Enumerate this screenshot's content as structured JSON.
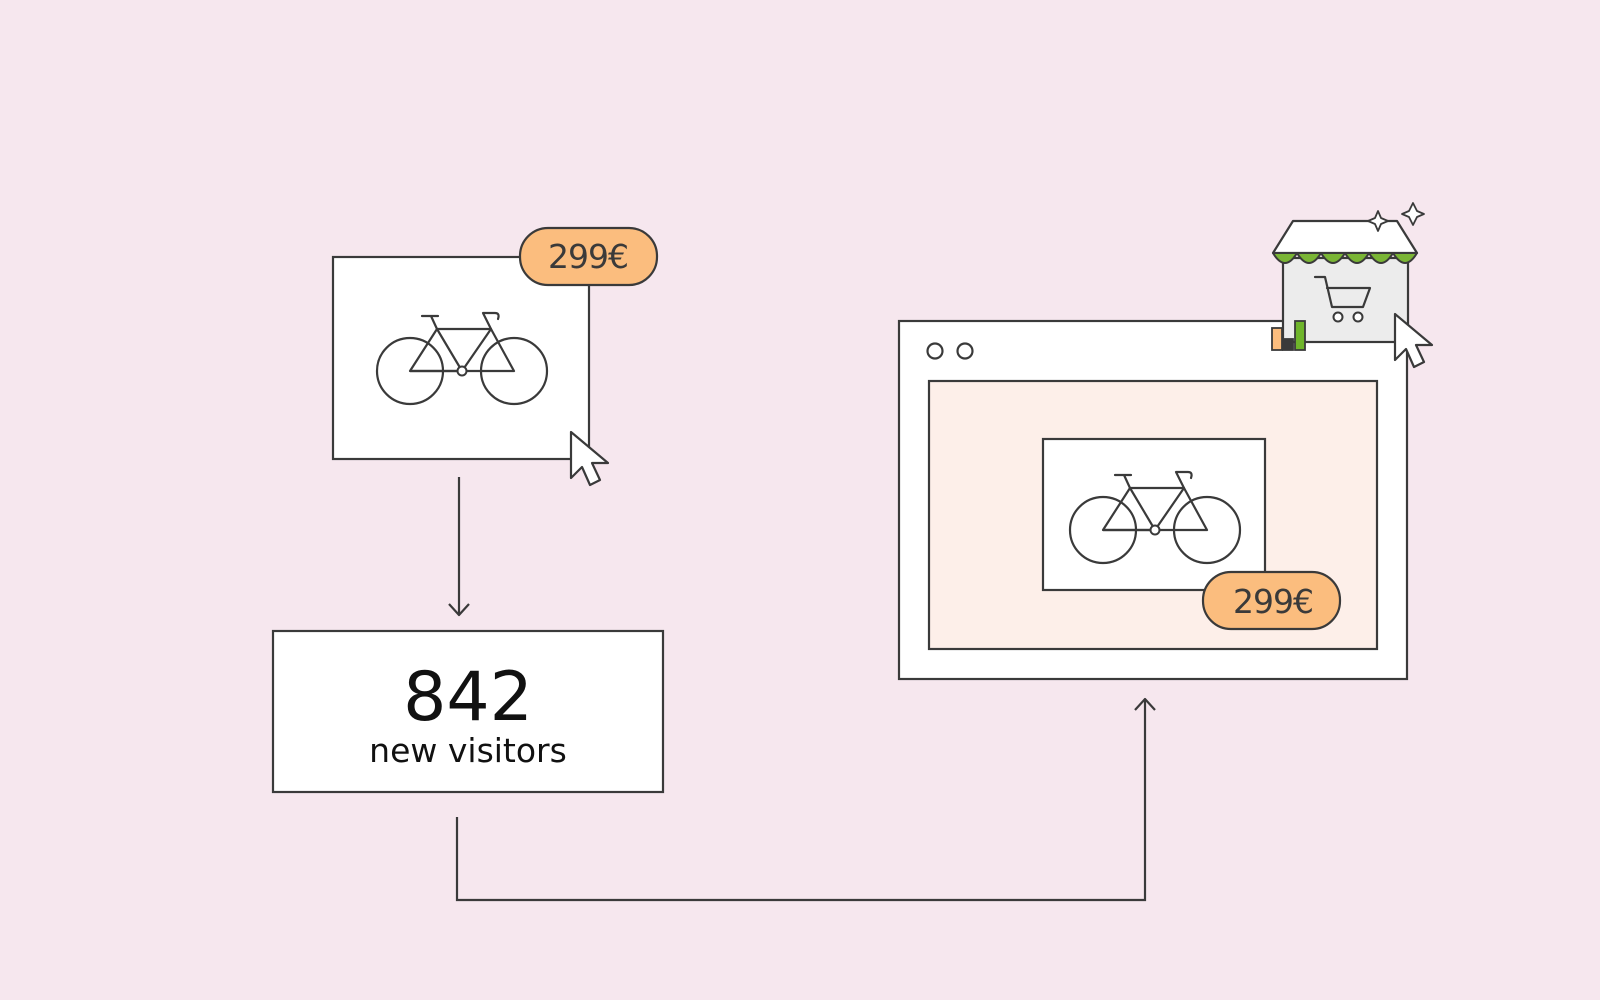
{
  "product_card": {
    "price": "299€",
    "icon": "bicycle-icon"
  },
  "visitors": {
    "count": "842",
    "label": "new visitors"
  },
  "shop_window": {
    "price": "299€",
    "icons": [
      "bicycle-icon",
      "storefront-icon",
      "shopping-cart-icon",
      "cursor-icon",
      "sparkle-icon",
      "bar-chart-icon"
    ]
  },
  "colors": {
    "background": "#f6e7ee",
    "price_tag": "#fbbd7e",
    "awning_green": "#7ab535",
    "bar_orange": "#fbbd7e",
    "bar_green": "#6fb52b",
    "window_inner": "#fdefe9",
    "stroke": "#3a3a3a"
  }
}
